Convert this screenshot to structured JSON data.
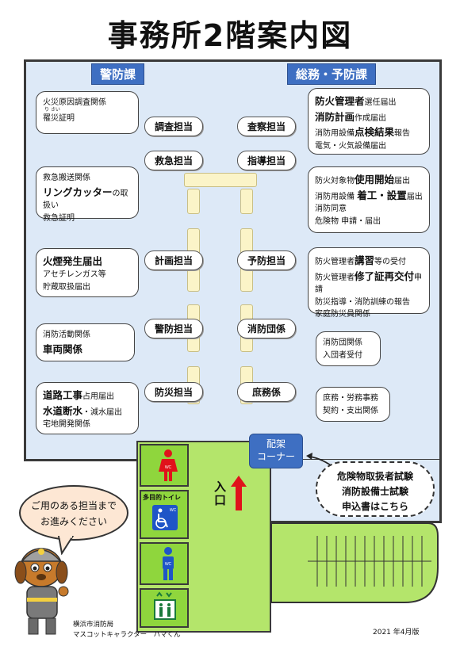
{
  "title": "事務所2階案内図",
  "sections": {
    "left": "警防課",
    "right": "総務・予防課"
  },
  "desks": {
    "chosa": "調査担当",
    "kyukyu": "救急担当",
    "keikaku": "計画担当",
    "keibo": "警防担当",
    "bosai": "防災担当",
    "sasatsu": "査察担当",
    "shido": "指導担当",
    "yobo": "予防担当",
    "shobodan": "消防団係",
    "shomu": "庶務係"
  },
  "left_bubbles": {
    "b1": {
      "l1": "火災原因調査関係",
      "ruby": "り さい",
      "l2": "罹災証明"
    },
    "b2": {
      "l1": "救急搬送関係",
      "l2a": "リングカッター",
      "l2b": "の取扱い",
      "l3": "救急証明"
    },
    "b3": {
      "l1": "火煙発生届出",
      "l2": "アセチレンガス等",
      "l3": "貯蔵取扱届出"
    },
    "b4": {
      "l1": "消防活動関係",
      "l2": "車両関係"
    },
    "b5": {
      "l1a": "道路工事",
      "l1b": "占用届出",
      "l2a": "水道断水",
      "l2b": "・減水届出",
      "l3": "宅地開発関係"
    }
  },
  "right_bubbles": {
    "r1": {
      "l1a": "防火管理者",
      "l1b": "選任届出",
      "l2a": "消防計画",
      "l2b": "作成届出",
      "l3a": "消防用設備",
      "l3b": "点検結果",
      "l3c": "報告",
      "l4": "電気・火気設備届出"
    },
    "r2": {
      "l1a": "防火対象物",
      "l1b": "使用開始",
      "l1c": "届出",
      "l2a": "消防用設備 ",
      "l2b": "着工・設置",
      "l2c": "届出",
      "l3": "消防同意",
      "l4": "危険物 申請・届出"
    },
    "r3": {
      "l1a": "防火管理者",
      "l1b": "講習",
      "l1c": "等の受付",
      "l2a": "防火管理者",
      "l2b": "修了証再交付",
      "l2c": "申請",
      "l3": "防災指導・消防訓練の報告",
      "l4": "家庭防災員関係"
    },
    "r4": {
      "l1": "消防団関係",
      "l2": "入団者受付"
    },
    "r5": {
      "l1": "庶務・労務事務",
      "l2": "契約・支出関係"
    }
  },
  "haika": {
    "l1": "配架",
    "l2": "コーナー"
  },
  "exam": {
    "l1": "危険物取扱者試験",
    "l2": "消防設備士試験",
    "l3": "申込書はこちら"
  },
  "entrance": "入口",
  "restrooms": {
    "wc1": "WC",
    "multi": "多目的トイレ",
    "wc2": "WC",
    "wc3": "WC"
  },
  "speech": {
    "l1": "ご用のある担当まで",
    "l2": "お進みください"
  },
  "mascot": {
    "l1": "横浜市消防局",
    "l2": "マスコットキャラクター　ハマくん"
  },
  "date": "2021 年4月版",
  "colors": {
    "accent": "#3e6fc2",
    "floor": "#dde9f7",
    "rooms": "#8fd63d",
    "arrow": "#e0121b"
  }
}
